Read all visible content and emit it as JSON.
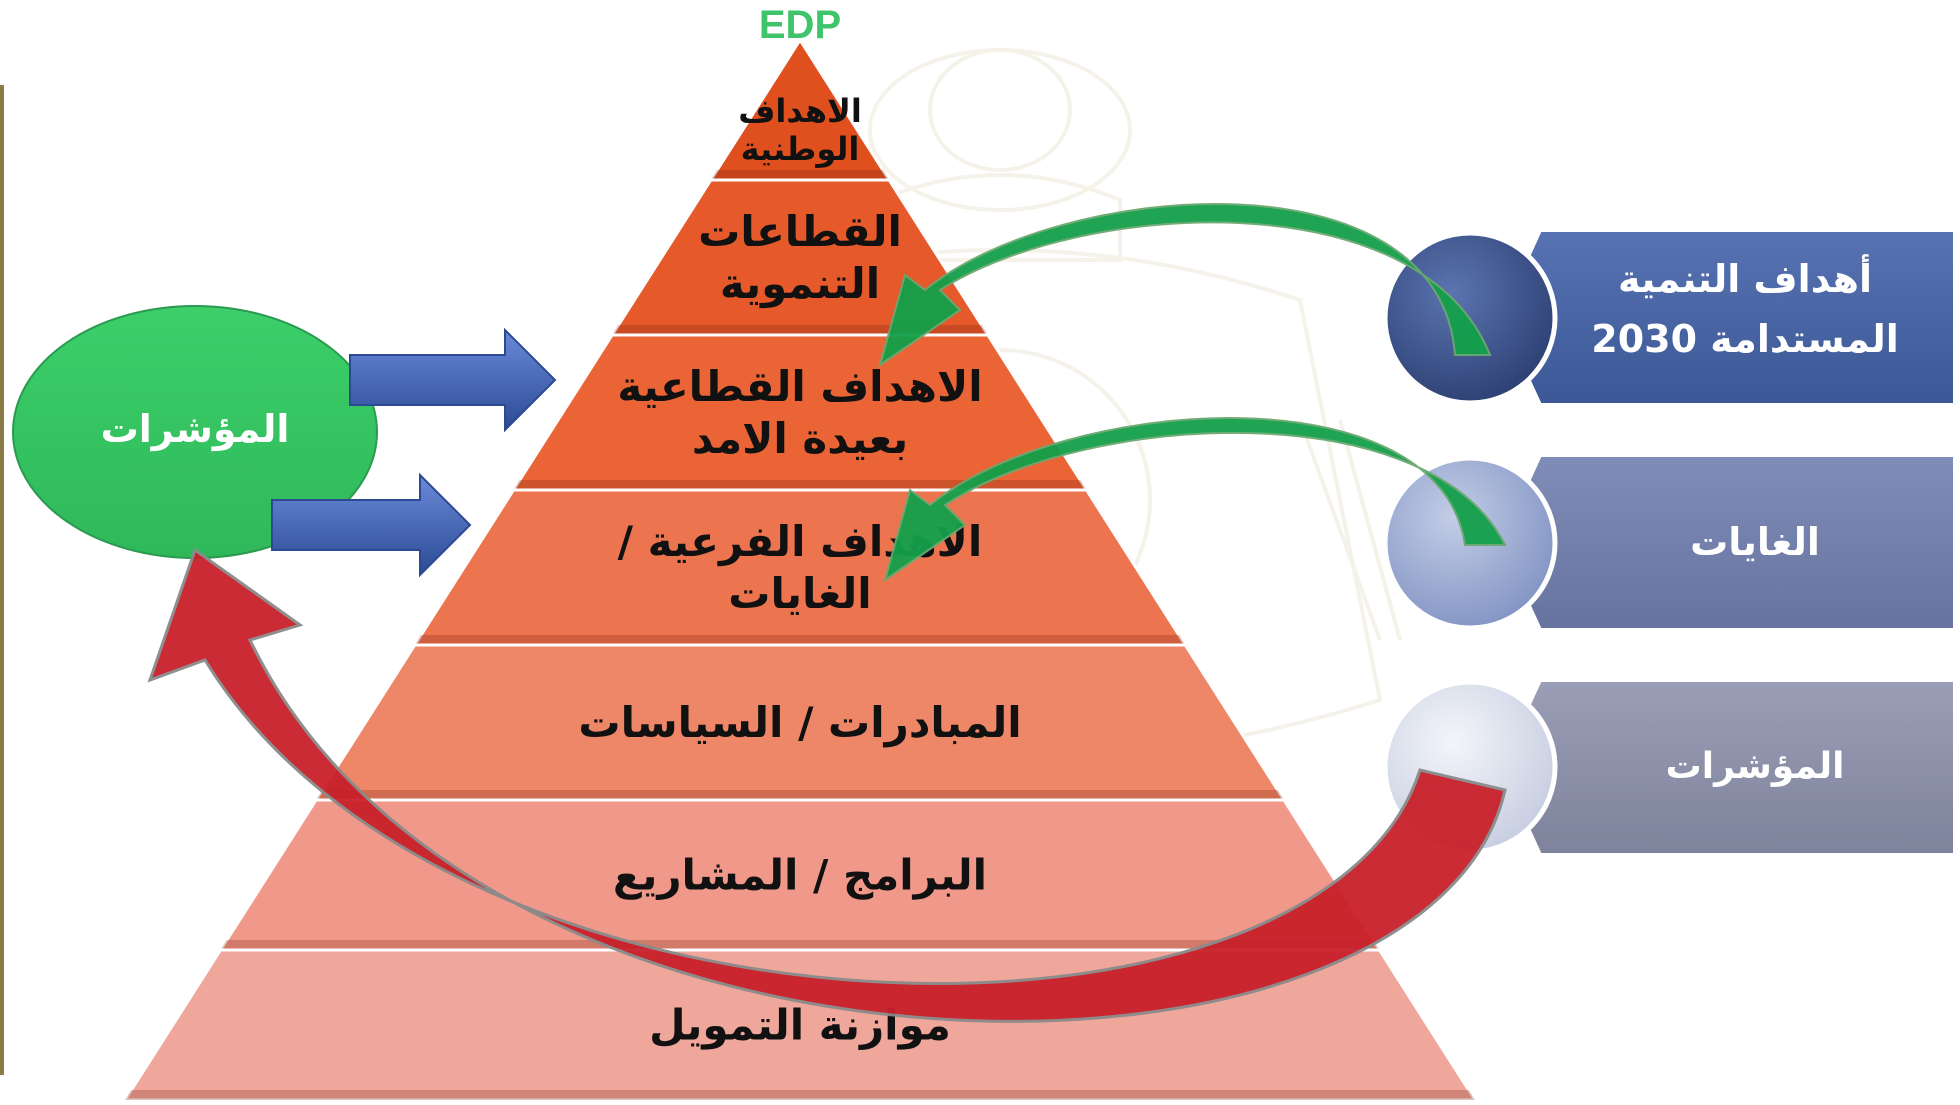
{
  "top_label": "EDP",
  "pyramid": {
    "levels": [
      {
        "lines": [
          "الاهداف",
          "الوطنية"
        ]
      },
      {
        "lines": [
          "القطاعات",
          "التنموية"
        ]
      },
      {
        "lines": [
          "الاهداف القطاعية",
          "بعيدة الامد"
        ]
      },
      {
        "lines": [
          "الاهداف الفرعية /",
          "الغايات"
        ]
      },
      {
        "lines": [
          "المبادرات / السياسات"
        ]
      },
      {
        "lines": [
          "البرامج / المشاريع"
        ]
      },
      {
        "lines": [
          "موازنة التمويل"
        ]
      }
    ]
  },
  "indicators_oval": {
    "label": "المؤشرات"
  },
  "sdg_panels": [
    {
      "lines": [
        "أهداف التنمية",
        "المستدامة 2030"
      ]
    },
    {
      "lines": [
        "الغايات"
      ]
    },
    {
      "lines": [
        "المؤشرات"
      ]
    }
  ],
  "colors": {
    "edp_green": "#3fc46b",
    "level_top": "#e0501f",
    "level_bottom": "#eea497",
    "oval_green": "#3ccf6a",
    "blue_arrow": "#3a5fb0",
    "green_arrow": "#13a04a",
    "red_arrow": "#c8202a",
    "panel_dark": "#4a66a6",
    "panel_mid": "#6f7fae",
    "panel_light": "#8d92ad"
  }
}
